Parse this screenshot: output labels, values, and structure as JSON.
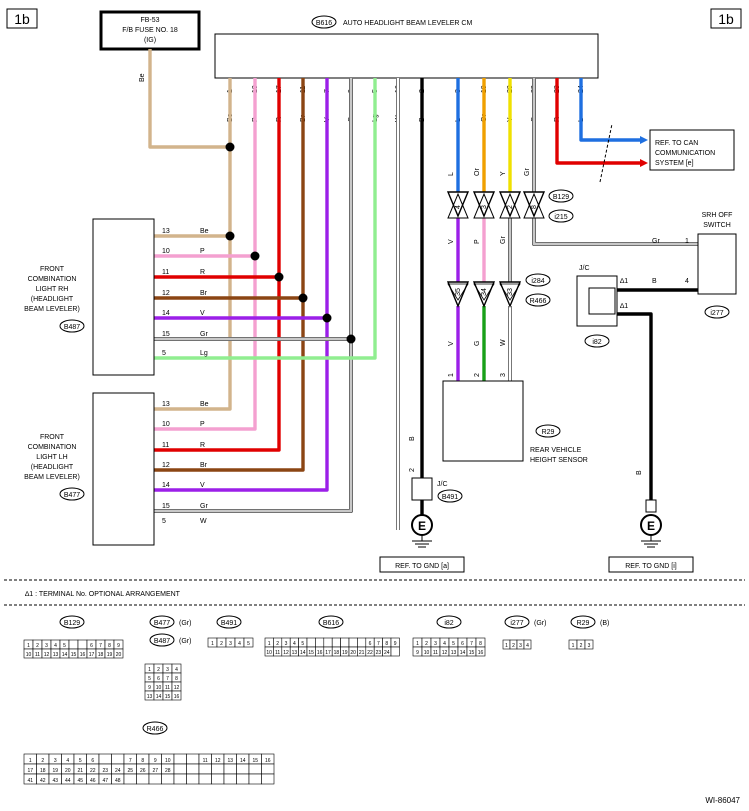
{
  "page_label": "1b",
  "fuse": {
    "line1": "FB-53",
    "line2": "F/B FUSE NO. 18",
    "line3": "(IG)",
    "wire_color": "Be"
  },
  "cm": {
    "id": "B616",
    "name": "AUTO HEADLIGHT BEAM LEVELER CM"
  },
  "cm_pins": [
    {
      "pin": "1",
      "color": "Be"
    },
    {
      "pin": "10",
      "color": "P"
    },
    {
      "pin": "17",
      "color": "R"
    },
    {
      "pin": "11",
      "color": "Br"
    },
    {
      "pin": "7",
      "color": "V"
    },
    {
      "pin": "9",
      "color": "Gr"
    },
    {
      "pin": "5",
      "color": "Lg"
    },
    {
      "pin": "16",
      "color": "W"
    },
    {
      "pin": "2",
      "color": "B"
    },
    {
      "pin": "3",
      "color": "L"
    },
    {
      "pin": "19",
      "color": "Or"
    },
    {
      "pin": "20",
      "color": "Y"
    },
    {
      "pin": "22",
      "color": "Gr"
    },
    {
      "pin": "23",
      "color": "R"
    },
    {
      "pin": "24",
      "color": "L"
    }
  ],
  "can_ref": {
    "line1": "REF. TO CAN",
    "line2": "COMMUNICATION",
    "line3": "SYSTEM [e]"
  },
  "connectors": {
    "b129": "B129",
    "i215": "i215",
    "i284": "i284",
    "r466": "R466"
  },
  "b129_pins": [
    "4",
    "3",
    "2",
    "8"
  ],
  "b129_lower_colors": [
    "V",
    "P",
    "Gr"
  ],
  "r466_pins": [
    "35",
    "34",
    "33"
  ],
  "r466_lower_colors": [
    "V",
    "G",
    "W"
  ],
  "sensor_pins": [
    "1",
    "2",
    "3"
  ],
  "srh": {
    "line1": "SRH OFF",
    "line2": "SWITCH",
    "id": "i277",
    "pin_gr": "1",
    "pin_b": "4",
    "wire_gr": "Gr",
    "wire_b": "B"
  },
  "jc_i82": {
    "label": "J/C",
    "id": "i82",
    "mark1": "∆1",
    "mark2": "∆1",
    "wire": "B"
  },
  "fcl_rh": {
    "line1": "FRONT",
    "line2": "COMBINATION",
    "line3": "LIGHT RH",
    "line4": "(HEADLIGHT",
    "line5": "BEAM LEVELER)",
    "id": "B487"
  },
  "fcl_lh": {
    "line1": "FRONT",
    "line2": "COMBINATION",
    "line3": "LIGHT LH",
    "line4": "(HEADLIGHT",
    "line5": "BEAM LEVELER)",
    "id": "B477"
  },
  "rh_pins": [
    {
      "pin": "13",
      "color": "Be"
    },
    {
      "pin": "10",
      "color": "P"
    },
    {
      "pin": "11",
      "color": "R"
    },
    {
      "pin": "12",
      "color": "Br"
    },
    {
      "pin": "14",
      "color": "V"
    },
    {
      "pin": "15",
      "color": "Gr"
    },
    {
      "pin": "5",
      "color": "Lg"
    }
  ],
  "lh_pins": [
    {
      "pin": "13",
      "color": "Be"
    },
    {
      "pin": "10",
      "color": "P"
    },
    {
      "pin": "11",
      "color": "R"
    },
    {
      "pin": "12",
      "color": "Br"
    },
    {
      "pin": "14",
      "color": "V"
    },
    {
      "pin": "15",
      "color": "Gr"
    },
    {
      "pin": "5",
      "color": "W"
    }
  ],
  "sensor": {
    "id": "R29",
    "line1": "REAR VEHICLE",
    "line2": "HEIGHT SENSOR"
  },
  "jc_b491": {
    "label": "J/C",
    "id": "B491",
    "pin": "2",
    "wire": "B"
  },
  "ground": {
    "symbol": "E"
  },
  "ref_gnd_a": "REF. TO GND [a]",
  "ref_gnd_i": "REF. TO GND [i]",
  "footnote": "∆1 : TERMINAL No. OPTIONAL ARRANGEMENT",
  "conn_labels": {
    "b129": "B129",
    "b477": "B477",
    "b477_note": "(Gr)",
    "b487": "B487",
    "b487_note": "(Gr)",
    "b491": "B491",
    "b616": "B616",
    "i82": "i82",
    "i277": "i277",
    "i277_note": "(Gr)",
    "r29": "R29",
    "r29_note": "(B)",
    "r466": "R466"
  },
  "doc_id": "WI-86047",
  "colors": {
    "Be": "#d2b48c",
    "P": "#f4a0d0",
    "R": "#e00000",
    "Br": "#8b4513",
    "V": "#9b1fe8",
    "Gr": "#c8c8c8",
    "Lg": "#90ee90",
    "W": "#ffffff",
    "B": "#000000",
    "L": "#1e6fe0",
    "Or": "#f0a000",
    "Y": "#f0e000",
    "G": "#18a018"
  }
}
